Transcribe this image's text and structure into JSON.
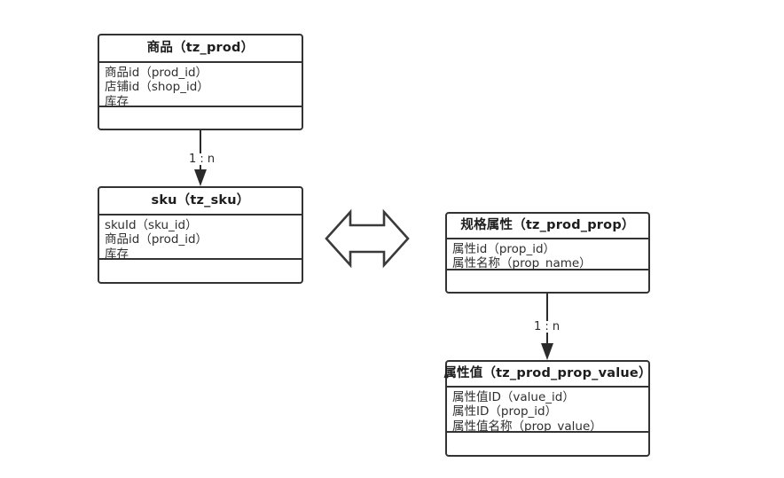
{
  "diagram": {
    "type": "er-diagram",
    "background": "#ffffff",
    "stroke_color": "#333333",
    "text_color": "#2b2b2b",
    "entities": [
      {
        "id": "prod",
        "title": "商品（tz_prod）",
        "title_cn": "商品",
        "table_name": "tz_prod",
        "fields": [
          "商品id（prod_id）",
          "店铺id（shop_id）",
          "库存"
        ],
        "footer": ""
      },
      {
        "id": "sku",
        "title": "sku（tz_sku）",
        "title_cn": "sku",
        "table_name": "tz_sku",
        "fields": [
          "skuId（sku_id）",
          "商品id（prod_id）",
          "库存"
        ],
        "footer": ""
      },
      {
        "id": "prop",
        "title": "规格属性（tz_prod_prop）",
        "title_cn": "规格属性",
        "table_name": "tz_prod_prop",
        "fields": [
          "属性id（prop_id）",
          "属性名称（prop_name）"
        ],
        "footer": ""
      },
      {
        "id": "prop_value",
        "title": "属性值（tz_prod_prop_value）",
        "title_cn": "属性值",
        "table_name": "tz_prod_prop_value",
        "fields": [
          "属性值ID（value_id）",
          "属性ID（prop_id）",
          "属性值名称（prop_value）"
        ],
        "footer": ""
      }
    ],
    "connectors": [
      {
        "id": "prod-sku",
        "from": "prod",
        "to": "sku",
        "label": "1 : n",
        "arrow": "single-down"
      },
      {
        "id": "prop-value",
        "from": "prop",
        "to": "prop_value",
        "label": "1 : n",
        "arrow": "single-down"
      },
      {
        "id": "sku-prop",
        "from": "sku",
        "to": "prop",
        "label": "",
        "arrow": "double-horizontal"
      }
    ]
  }
}
